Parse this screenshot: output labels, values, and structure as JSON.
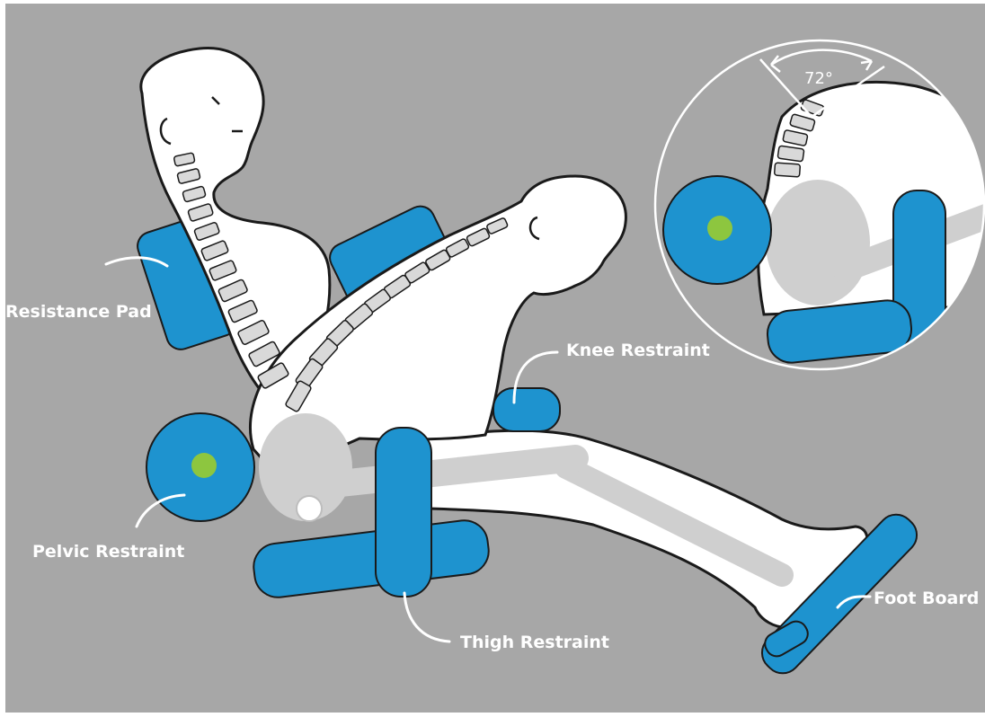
{
  "colors": {
    "background": "#a7a7a7",
    "pad_blue": "#1e93cf",
    "pivot_green": "#8dc63f",
    "body_fill": "#ffffff",
    "bone_gray": "#cfcfcf",
    "outline": "#1a1a1a",
    "label_text": "#ffffff"
  },
  "labels": {
    "resistance_pad": "Resistance Pad",
    "pelvic_restraint": "Pelvic Restraint",
    "knee_restraint": "Knee Restraint",
    "thigh_restraint": "Thigh Restraint",
    "foot_board": "Foot Board"
  },
  "inset": {
    "angle_label": "72°"
  }
}
